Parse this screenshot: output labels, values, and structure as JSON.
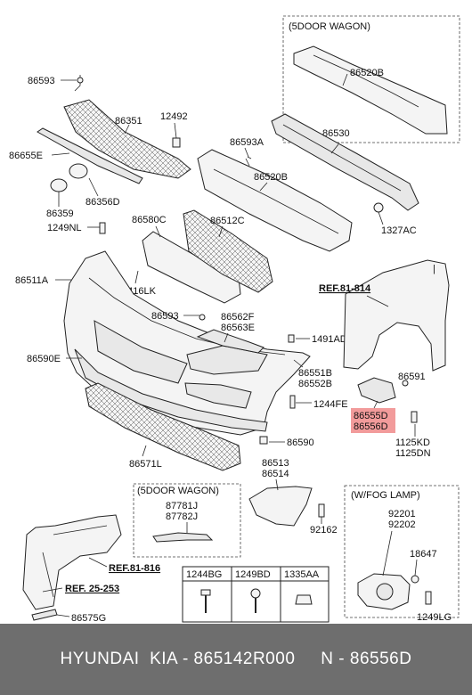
{
  "labels": {
    "p86593a": "86593",
    "p86351": "86351",
    "p12492": "12492",
    "p86655e": "86655E",
    "p86359": "86359",
    "p86356d": "86356D",
    "p1249nl": "1249NL",
    "p86511a": "86511A",
    "p86590e": "86590E",
    "p86593b": "86593",
    "p86593atop": "86593A",
    "p86530": "86530",
    "p86520bmid": "86520B",
    "p86520btop": "86520B",
    "p1327ac": "1327AC",
    "p86580c": "86580C",
    "p86512c": "86512C",
    "p1416lk": "1416LK",
    "p86562f": "86562F",
    "p86563e": "86563E",
    "p1491ad": "1491AD",
    "p86551b": "86551B",
    "p86552b": "86552B",
    "p1244fe": "1244FE",
    "p86591": "86591",
    "p86555d": "86555D",
    "p86556d": "86556D",
    "p1125kd": "1125KD",
    "p1125dn": "1125DN",
    "p86590": "86590",
    "p86571l": "86571L",
    "p86513": "86513",
    "p86514": "86514",
    "p87781j": "87781J",
    "p87782j": "87782J",
    "p92162": "92162",
    "p92201": "92201",
    "p92202": "92202",
    "p18647": "18647",
    "p1249lg": "1249LG",
    "p86575g": "86575G",
    "ref81814": "REF.81-814",
    "ref81816": "REF.81-816",
    "ref25253": "REF. 25-253"
  },
  "boxes": {
    "wagon_top": "(5DOOR WAGON)",
    "wagon_mid": "(5DOOR WAGON)",
    "fog_lamp": "(W/FOG LAMP)"
  },
  "fastener_table": {
    "headers": [
      "1244BG",
      "1249BD",
      "1335AA"
    ]
  },
  "highlight_color": "#f08a8a",
  "footer": {
    "text": "HYUNDAI  KIA - 865142R000     N - 86556D"
  }
}
